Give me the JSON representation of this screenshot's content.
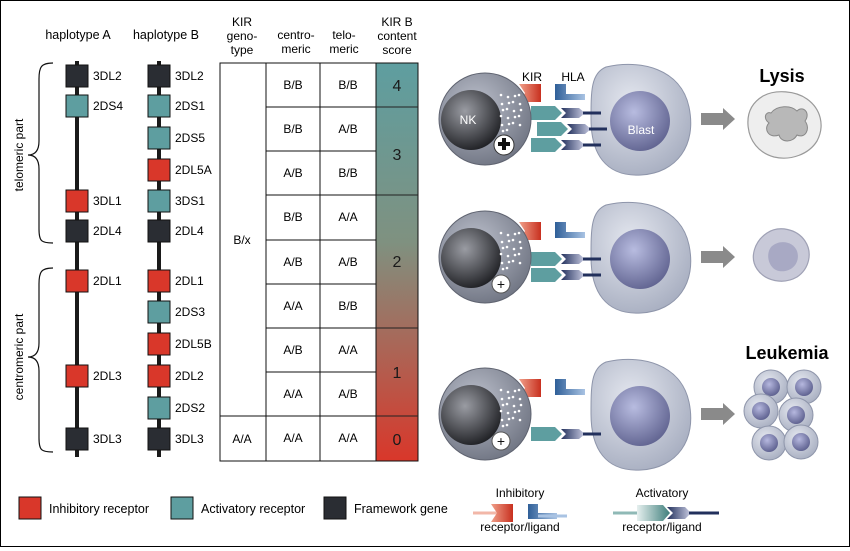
{
  "headers": {
    "haplotype_a": "haplotype A",
    "haplotype_b": "haplotype B",
    "kir_genotype": [
      "KIR",
      "geno-",
      "type"
    ],
    "centromeric": [
      "centro-",
      "meric"
    ],
    "telomeric": [
      "telo-",
      "meric"
    ],
    "content_score": [
      "KIR B",
      "content",
      "score"
    ]
  },
  "side_labels": {
    "telomeric": "telomeric part",
    "centromeric": "centromeric part"
  },
  "haplotype_a_genes": [
    {
      "name": "3DL2",
      "type": "framework"
    },
    {
      "name": "2DS4",
      "type": "activatory"
    },
    {
      "name": "3DL1",
      "type": "inhibitory"
    },
    {
      "name": "2DL4",
      "type": "framework"
    },
    {
      "name": "2DL1",
      "type": "inhibitory"
    },
    {
      "name": "2DL3",
      "type": "inhibitory"
    },
    {
      "name": "3DL3",
      "type": "framework"
    }
  ],
  "haplotype_b_genes": [
    {
      "name": "3DL2",
      "type": "framework"
    },
    {
      "name": "2DS1",
      "type": "activatory"
    },
    {
      "name": "2DS5",
      "type": "activatory"
    },
    {
      "name": "2DL5A",
      "type": "inhibitory"
    },
    {
      "name": "3DS1",
      "type": "activatory"
    },
    {
      "name": "2DL4",
      "type": "framework"
    },
    {
      "name": "2DL1",
      "type": "inhibitory"
    },
    {
      "name": "2DS3",
      "type": "activatory"
    },
    {
      "name": "2DL5B",
      "type": "inhibitory"
    },
    {
      "name": "2DL2",
      "type": "inhibitory"
    },
    {
      "name": "2DS2",
      "type": "activatory"
    },
    {
      "name": "3DL3",
      "type": "framework"
    }
  ],
  "genotypes": {
    "bx": "B/x",
    "aa": "A/A"
  },
  "table_rows": [
    {
      "cen": "B/B",
      "tel": "B/B"
    },
    {
      "cen": "B/B",
      "tel": "A/B"
    },
    {
      "cen": "A/B",
      "tel": "B/B"
    },
    {
      "cen": "B/B",
      "tel": "A/A"
    },
    {
      "cen": "A/B",
      "tel": "A/B"
    },
    {
      "cen": "A/A",
      "tel": "B/B"
    },
    {
      "cen": "A/B",
      "tel": "A/A"
    },
    {
      "cen": "A/A",
      "tel": "A/B"
    },
    {
      "cen": "A/A",
      "tel": "A/A"
    }
  ],
  "scores": [
    "4",
    "3",
    "2",
    "1",
    "0"
  ],
  "cells": {
    "kir": "KIR",
    "hla": "HLA",
    "nk": "NK",
    "blast": "Blast",
    "plus": "+",
    "lysis": "Lysis",
    "leukemia": "Leukemia"
  },
  "legend": {
    "inhibitory_receptor": "Inhibitory receptor",
    "activatory_receptor": "Activatory receptor",
    "framework_gene": "Framework gene",
    "inhibitory_title": "Inhibitory",
    "inhibitory_sub": "receptor/ligand",
    "activatory_title": "Activatory",
    "activatory_sub": "receptor/ligand"
  },
  "colors": {
    "inhibitory": "#d9372a",
    "activatory": "#5e9ea0",
    "framework": "#2a2d33",
    "score_top": "#5e9ea0",
    "score_bottom": "#d9372a",
    "ligand": "#3b6ea5",
    "receptor_dark": "#2a3a66"
  }
}
